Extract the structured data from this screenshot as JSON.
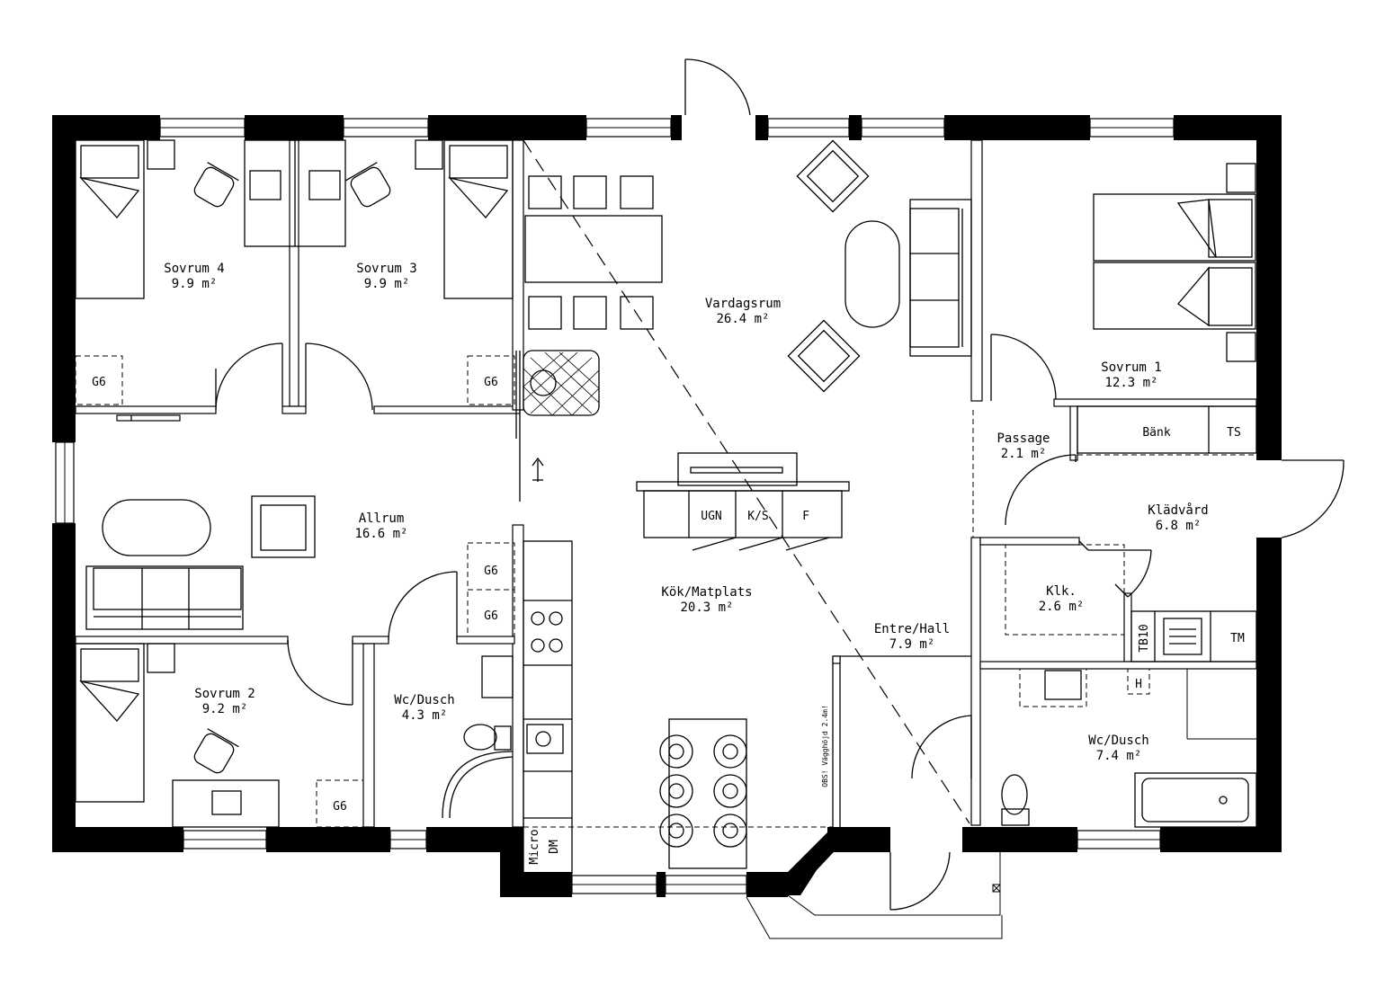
{
  "rooms": [
    {
      "name": "Sovrum 4",
      "area": "9.9 m²"
    },
    {
      "name": "Sovrum 3",
      "area": "9.9 m²"
    },
    {
      "name": "Vardagsrum",
      "area": "26.4 m²"
    },
    {
      "name": "Sovrum 1",
      "area": "12.3 m²"
    },
    {
      "name": "Passage",
      "area": "2.1 m²"
    },
    {
      "name": "Allrum",
      "area": "16.6 m²"
    },
    {
      "name": "Klädvård",
      "area": "6.8 m²"
    },
    {
      "name": "Kök/Matplats",
      "area": "20.3 m²"
    },
    {
      "name": "Klk.",
      "area": "2.6 m²"
    },
    {
      "name": "Entre/Hall",
      "area": "7.9 m²"
    },
    {
      "name": "Sovrum 2",
      "area": "9.2 m²"
    },
    {
      "name": "Wc/Dusch",
      "area": "4.3 m²"
    },
    {
      "name": "Wc/Dusch",
      "area": "7.4 m²"
    }
  ],
  "fixtures": {
    "wardrobe": "G6",
    "oven": "UGN",
    "fridge_freezer": "K/S",
    "freezer": "F",
    "bench": "Bänk",
    "dryer": "TS",
    "washer": "TM",
    "sink_cabinet": "TB10",
    "hanger": "H",
    "microwave": "Micro",
    "dishwasher": "DM"
  },
  "notes": {
    "wall_height": "OBS! Vägghöjd 2.4m!"
  }
}
